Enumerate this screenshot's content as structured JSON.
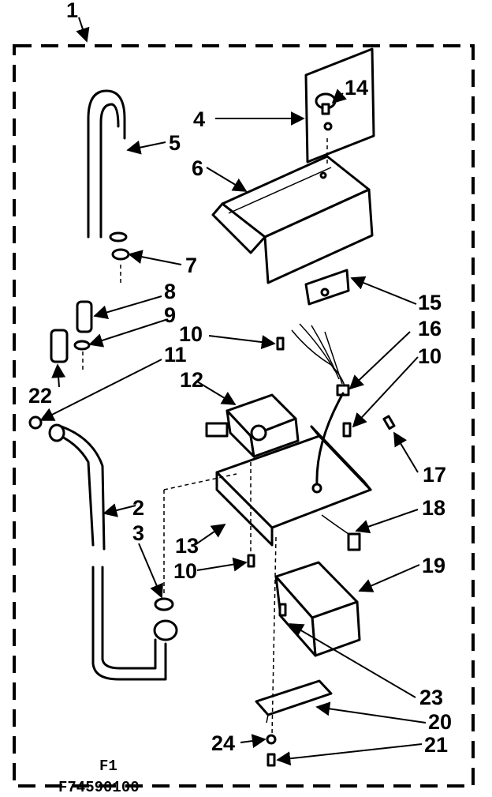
{
  "assembly_label": "1",
  "footer": {
    "figure_label": "F1",
    "drawing_number": "F74590100"
  },
  "callouts": {
    "c2": "2",
    "c3": "3",
    "c4": "4",
    "c5": "5",
    "c6": "6",
    "c7": "7",
    "c8": "8",
    "c9": "9",
    "c10a": "10",
    "c10b": "10",
    "c10c": "10",
    "c11": "11",
    "c12": "12",
    "c13": "13",
    "c14": "14",
    "c15": "15",
    "c16": "16",
    "c17": "17",
    "c18": "18",
    "c19": "19",
    "c20": "20",
    "c21": "21",
    "c22": "22",
    "c23": "23",
    "c24": "24"
  }
}
